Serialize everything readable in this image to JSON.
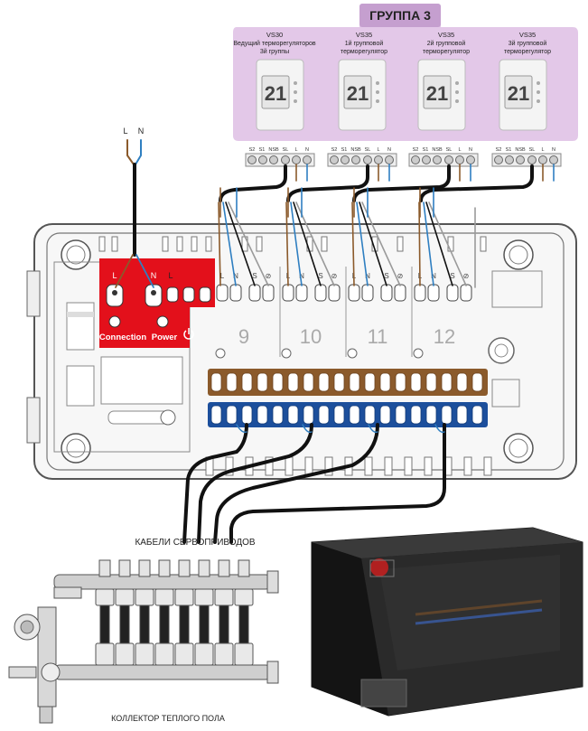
{
  "group_panel": {
    "title": "ГРУППА 3",
    "background": "#e3c8e8",
    "title_background": "#c59fcf",
    "thermostats": [
      {
        "model": "VS30",
        "line1": "Ведущий терморегуляторов",
        "line2": "3й группы",
        "display": "21"
      },
      {
        "model": "VS35",
        "line1": "1й групповой",
        "line2": "терморегулятор",
        "display": "21"
      },
      {
        "model": "VS35",
        "line1": "2й групповой",
        "line2": "терморегулятор",
        "display": "21"
      },
      {
        "model": "VS35",
        "line1": "3й групповой",
        "line2": "терморегулятор",
        "display": "21"
      }
    ],
    "terminal_labels": [
      "S2",
      "S1",
      "NSB",
      "SL",
      "L",
      "N"
    ]
  },
  "power_supply": {
    "l_label": "L",
    "n_label": "N"
  },
  "controller": {
    "power_block": {
      "background": "#e3101b",
      "terminal_labels": [
        "L",
        "N",
        "L"
      ],
      "connection_label": "Connection",
      "power_label": "Power",
      "power_icon": "power-icon"
    },
    "zone_terminal_labels": [
      "L",
      "N",
      "S",
      "⊘"
    ],
    "zones": [
      "9",
      "10",
      "11",
      "12"
    ],
    "terminal_bar_colors": {
      "brown": "#8b5a2b",
      "blue": "#1c4f9c"
    }
  },
  "labels": {
    "servo_cables": "КАБЕЛИ СЕРВОПРИВОДОВ",
    "manifold": "КОЛЛЕКТОР ТЕПЛОГО ПОЛА"
  },
  "colors": {
    "wire_brown": "#8b5a2b",
    "wire_blue": "#2f7fc1",
    "wire_black": "#111111",
    "wire_gray": "#9a9a9a"
  }
}
